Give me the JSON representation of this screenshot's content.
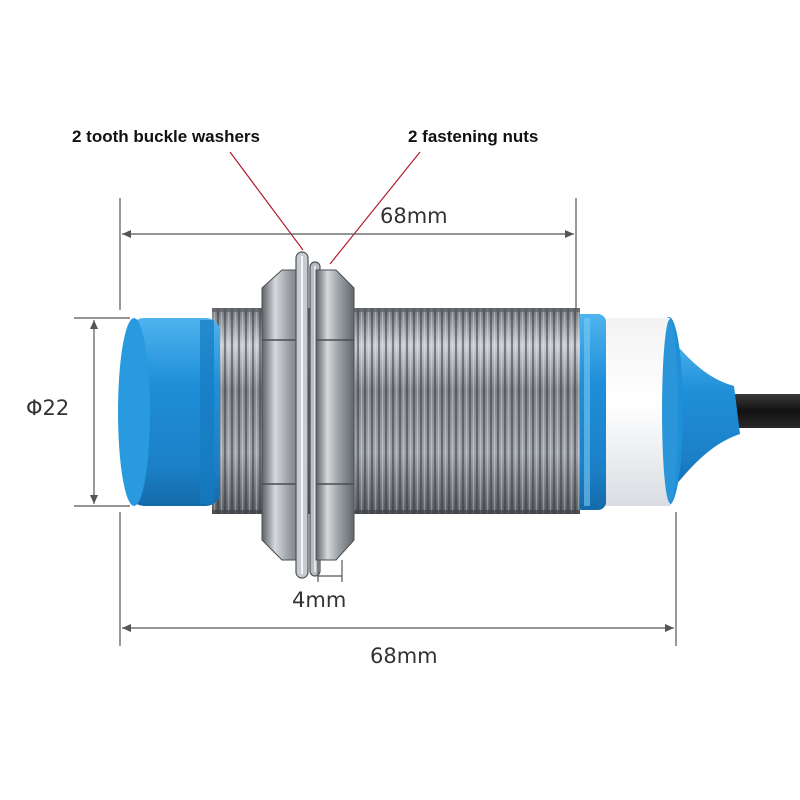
{
  "callouts": {
    "washers": "2 tooth buckle washers",
    "nuts": "2 fastening nuts"
  },
  "dimensions": {
    "top_length": "68mm",
    "diameter": "Φ22",
    "washer_nut_thickness": "4mm",
    "overall_length": "68mm"
  },
  "colors": {
    "sensor_blue": "#1f8fd8",
    "leader_red": "#b01c2e",
    "dimension_line": "#555555",
    "cable": "#1a1a1a",
    "thread_steel": "#8a8f94"
  }
}
